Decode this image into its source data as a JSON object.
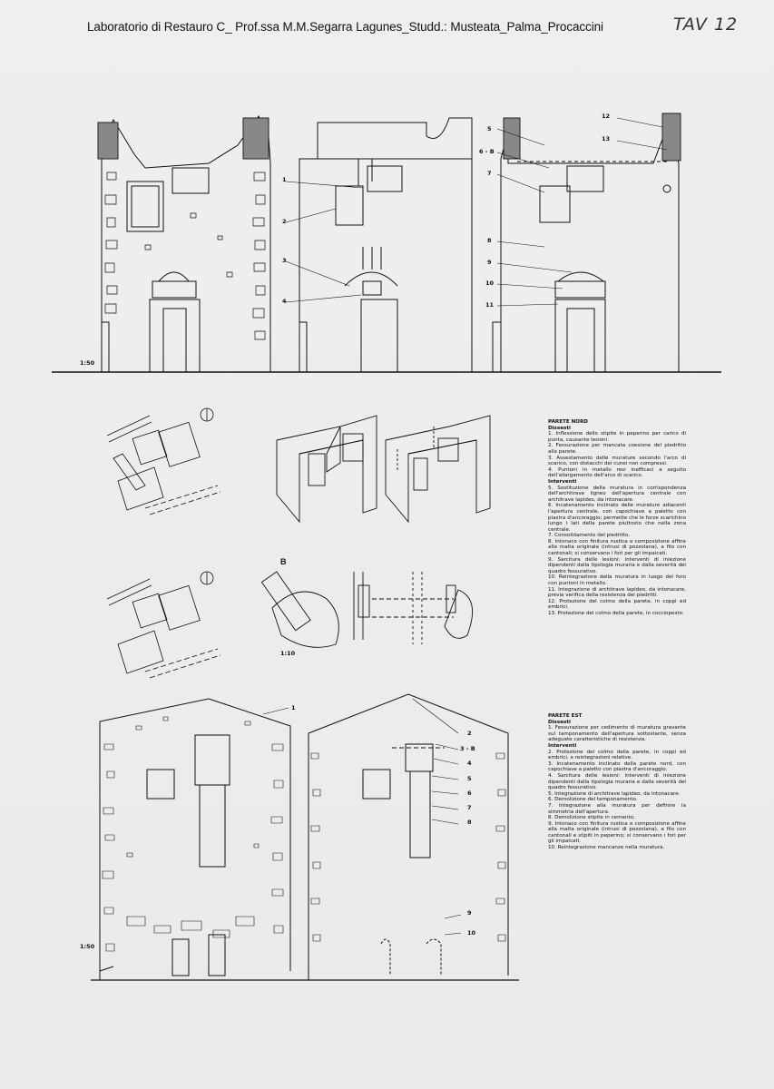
{
  "header": {
    "title": "Laboratorio di Restauro C_ Prof.ssa M.M.Segarra Lagunes_Studd.: Musteata_Palma_Procaccini",
    "sheet": "TAV 12"
  },
  "scales": {
    "top": "1:50",
    "detail": "1:10",
    "bottom": "1:50"
  },
  "detail_label": "B",
  "top_center_labels": [
    "1",
    "2",
    "3",
    "4"
  ],
  "top_right_labels": [
    "5",
    "6 - B",
    "7",
    "8",
    "9",
    "10",
    "11",
    "12",
    "13"
  ],
  "bottom_left_labels": [
    "1"
  ],
  "bottom_right_labels": [
    "2",
    "3 - B",
    "4",
    "5",
    "6",
    "7",
    "8",
    "9",
    "10"
  ],
  "parete_nord": {
    "title": "PARETE NORD",
    "dissesti_heading": "Dissesti",
    "dissesti": [
      "1. Inflessione dello stipite in peperino per carico di punta, causante lesioni.",
      "2. Fessurazione per mancata coesione del piedritto alla parete.",
      "3. Assestamento delle murature secondo l'arco di scarico, con distacchi dei cunei non compressi.",
      "4. Puntoni in metallo resi inefficaci a seguito dell'allargamento dell'arco di scarico."
    ],
    "interventi_heading": "Interventi",
    "interventi": [
      "5. Sostituzione della muratura in corrispondenza dell'architrave ligneo dell'apertura centrale con architrave lapideo, da intonacare.",
      "6. Incatenamento inclinato delle murature adiacenti l'apertura centrale, con capochiave a paletto con piastra d'ancoraggio; permette che le forze scarichino lungo i lati della parete piuttosto che nella zona centrale.",
      "7. Consolidamento del piedritto.",
      "8. Intonaco con finitura rustica e composizione affine alla malta originale (intrusi di pozzolana), a filo con cantonali; si conservano i fori per gli impaicati.",
      "9. Sarcitura delle lesioni: interventi di iniezione dipendenti dalla tipologia muraria e dalla severità del quadro fessurativo.",
      "10. Reintegrazione della muratura in luogo del foro con puntoni in metallo.",
      "11. Integrazione di architrave lapideo, da intonacare, previa verifica della resistenza dei piedritti.",
      "12. Protezione del colmo della parete, in coppi ed embrici.",
      "13. Protezione del colmo della parete, in cocciopesto."
    ]
  },
  "parete_est": {
    "title": "PARETE EST",
    "dissesti_heading": "Dissesti",
    "dissesti": [
      "1. Fessurazione per cedimento di muratura gravante sul tamponamento dell'apertura sottostante, senza adeguate caratteristiche di resistenza."
    ],
    "interventi_heading": "Interventi",
    "interventi": [
      "2. Protezione del colmo della parete, in coppi ed embrici, e reintegrazioni relative.",
      "3. Incatenamento inclinato della parete nord, con capochiave a paletto con piastra d'ancoraggio.",
      "4. Sarcitura delle lesioni: interventi di iniezione dipendenti dalla tipologia muraria e dalla severità del quadro fessurativo.",
      "5. Integrazione di architrave lapideo, da intonacare.",
      "6. Demolizione del tamponamento.",
      "7. Integrazione alla muratura per definire la simmetria dell'apertura.",
      "8. Demolizione stipite in cemento.",
      "9. Intonaco con finitura rustica e composizione affine alla malta originale (intrusi di pozzolana), a filo con cantonali e stipiti in peperino; si conservano i fori per gli impaicati.",
      "10. Reintegrazione mancanze nella muratura."
    ]
  }
}
